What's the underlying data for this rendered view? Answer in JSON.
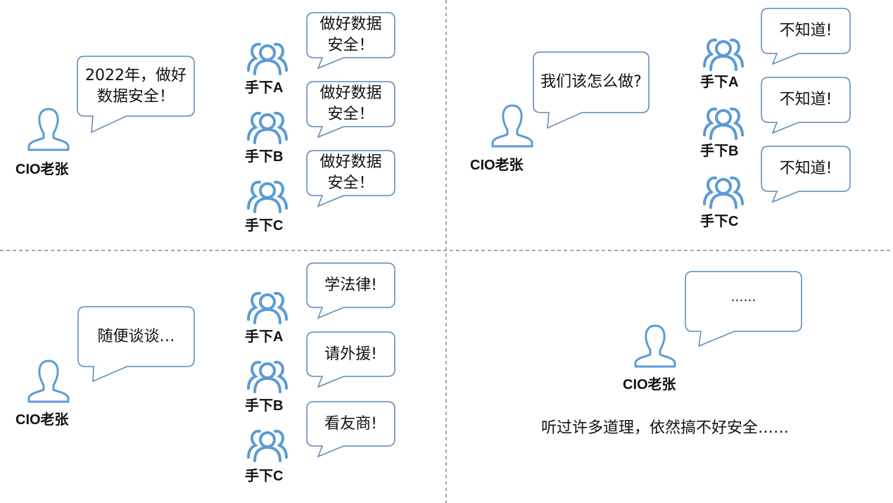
{
  "colors": {
    "icon": "#5b9bd5",
    "bubble_border": "#5a88b8",
    "divider": "#8a8a8a"
  },
  "panels": [
    {
      "boss": {
        "label": "CIO老张",
        "icon": "person-icon"
      },
      "boss_bubble": "2022年，做好数据安全！",
      "team": [
        {
          "label": "手下A",
          "icon": "group-icon",
          "reply": "做好数据安全！"
        },
        {
          "label": "手下B",
          "icon": "group-icon",
          "reply": "做好数据安全！"
        },
        {
          "label": "手下C",
          "icon": "group-icon",
          "reply": "做好数据安全！"
        }
      ]
    },
    {
      "boss": {
        "label": "CIO老张",
        "icon": "person-icon"
      },
      "boss_bubble": "我们该怎么做?",
      "team": [
        {
          "label": "手下A",
          "icon": "group-icon",
          "reply": "不知道!"
        },
        {
          "label": "手下B",
          "icon": "group-icon",
          "reply": "不知道!"
        },
        {
          "label": "手下C",
          "icon": "group-icon",
          "reply": "不知道!"
        }
      ]
    },
    {
      "boss": {
        "label": "CIO老张",
        "icon": "person-icon"
      },
      "boss_bubble": "随便谈谈…",
      "team": [
        {
          "label": "手下A",
          "icon": "group-icon",
          "reply": "学法律!"
        },
        {
          "label": "手下B",
          "icon": "group-icon",
          "reply": "请外援!"
        },
        {
          "label": "手下C",
          "icon": "group-icon",
          "reply": "看友商!"
        }
      ]
    },
    {
      "boss": {
        "label": "CIO老张",
        "icon": "person-icon"
      },
      "boss_bubble": "……",
      "caption": "听过许多道理，依然搞不好安全……"
    }
  ]
}
